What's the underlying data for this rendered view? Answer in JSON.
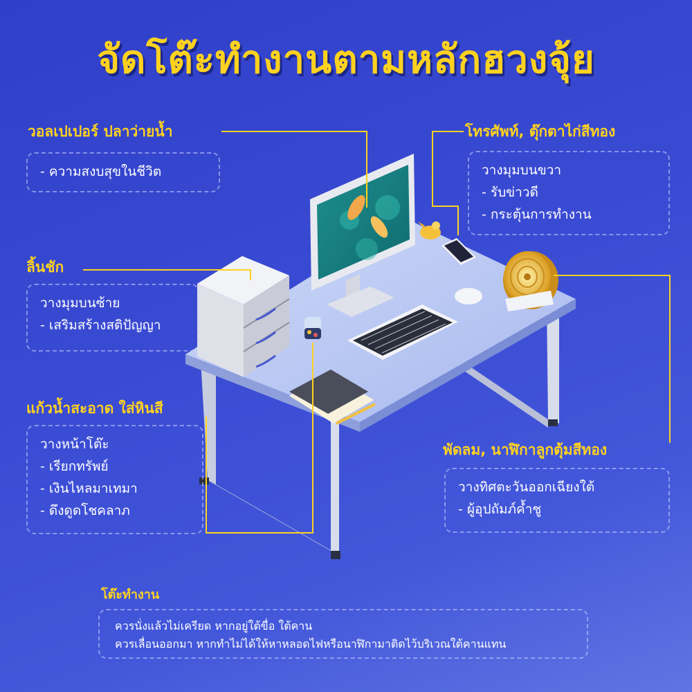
{
  "title": "จัดโต๊ะทำงานตามหลักฮวงจุ้ย",
  "wallpaper": {
    "label": "วอลเปเปอร์ ปลาว่ายน้ำ",
    "lines": [
      "- ความสงบสุขในชีวิต"
    ]
  },
  "phone": {
    "label": "โทรศัพท์, ตุ๊กตาไก่สีทอง",
    "lines": [
      "วางมุมบนขวา",
      "- รับข่าวดี",
      "- กระตุ้นการทำงาน"
    ]
  },
  "drawer": {
    "label": "ลิ้นชัก",
    "lines": [
      "วางมุมบนซ้าย",
      "- เสริมสร้างสติปัญญา"
    ]
  },
  "glass": {
    "label": "แก้วน้ำสะอาด ใส่หินสี",
    "lines": [
      "วางหน้าโต๊ะ",
      "- เรียกทรัพย์",
      "- เงินไหลมาเทมา",
      "- ดึงดูดโชคลาภ"
    ]
  },
  "fan": {
    "label": "พัดลม, นาฬิกาลูกตุ้มสีทอง",
    "lines": [
      "วางทิศตะวันออกเฉียงใต้",
      "- ผู้อุปถัมภ์ค้ำชู"
    ]
  },
  "desk": {
    "label": "โต๊ะทำงาน",
    "lines": [
      "ควรนั่งแล้วไม่เครียด หากอยู่ใต้ขื่อ ใต้คาน",
      "ควรเลื่อนออกมา หากทำไม่ได้ให้หาหลอดไฟหรือนาฬิกามาติดไว้บริเวณใต้คานแทน"
    ]
  },
  "colors": {
    "accent": "#ffd21f",
    "background": "#3a4bd3"
  },
  "icons": [
    "computer-monitor",
    "drawer-cabinet",
    "keyboard",
    "mouse",
    "phone",
    "gold-chicken",
    "desk-fan",
    "glass-jar",
    "notebook",
    "pencil"
  ]
}
